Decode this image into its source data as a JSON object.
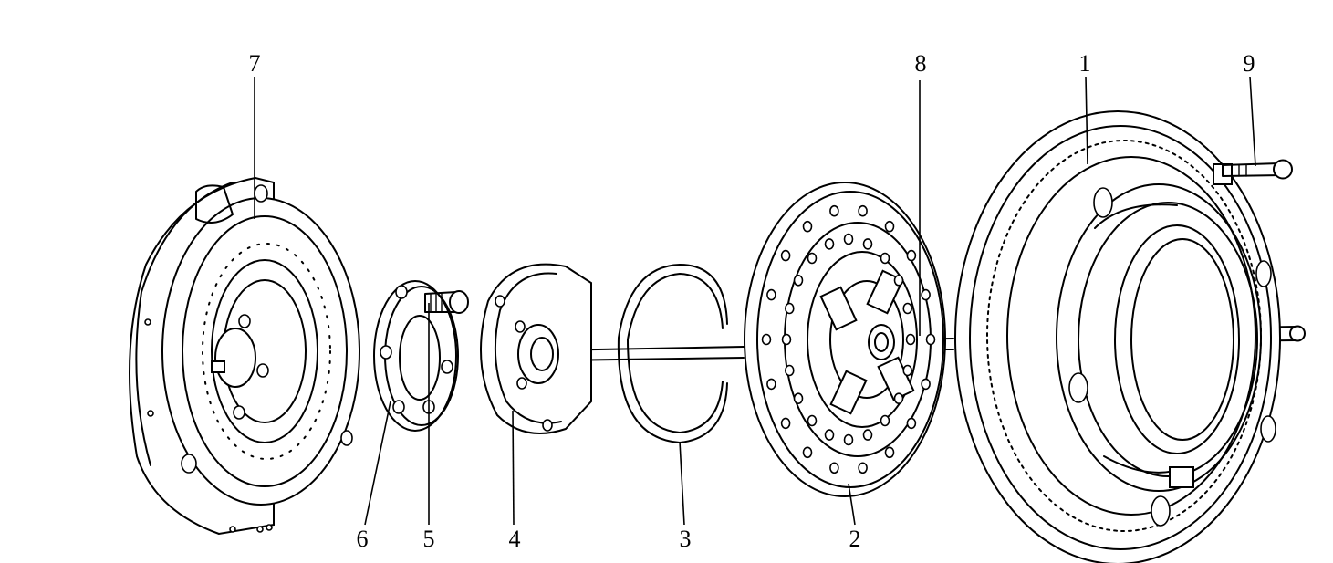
{
  "labels": {
    "l1": "1",
    "l2": "2",
    "l3": "3",
    "l4": "4",
    "l5": "5",
    "l6": "6",
    "l7": "7",
    "l8": "8",
    "l9": "9"
  },
  "colors": {
    "line": "#000000",
    "background": "#ffffff"
  }
}
